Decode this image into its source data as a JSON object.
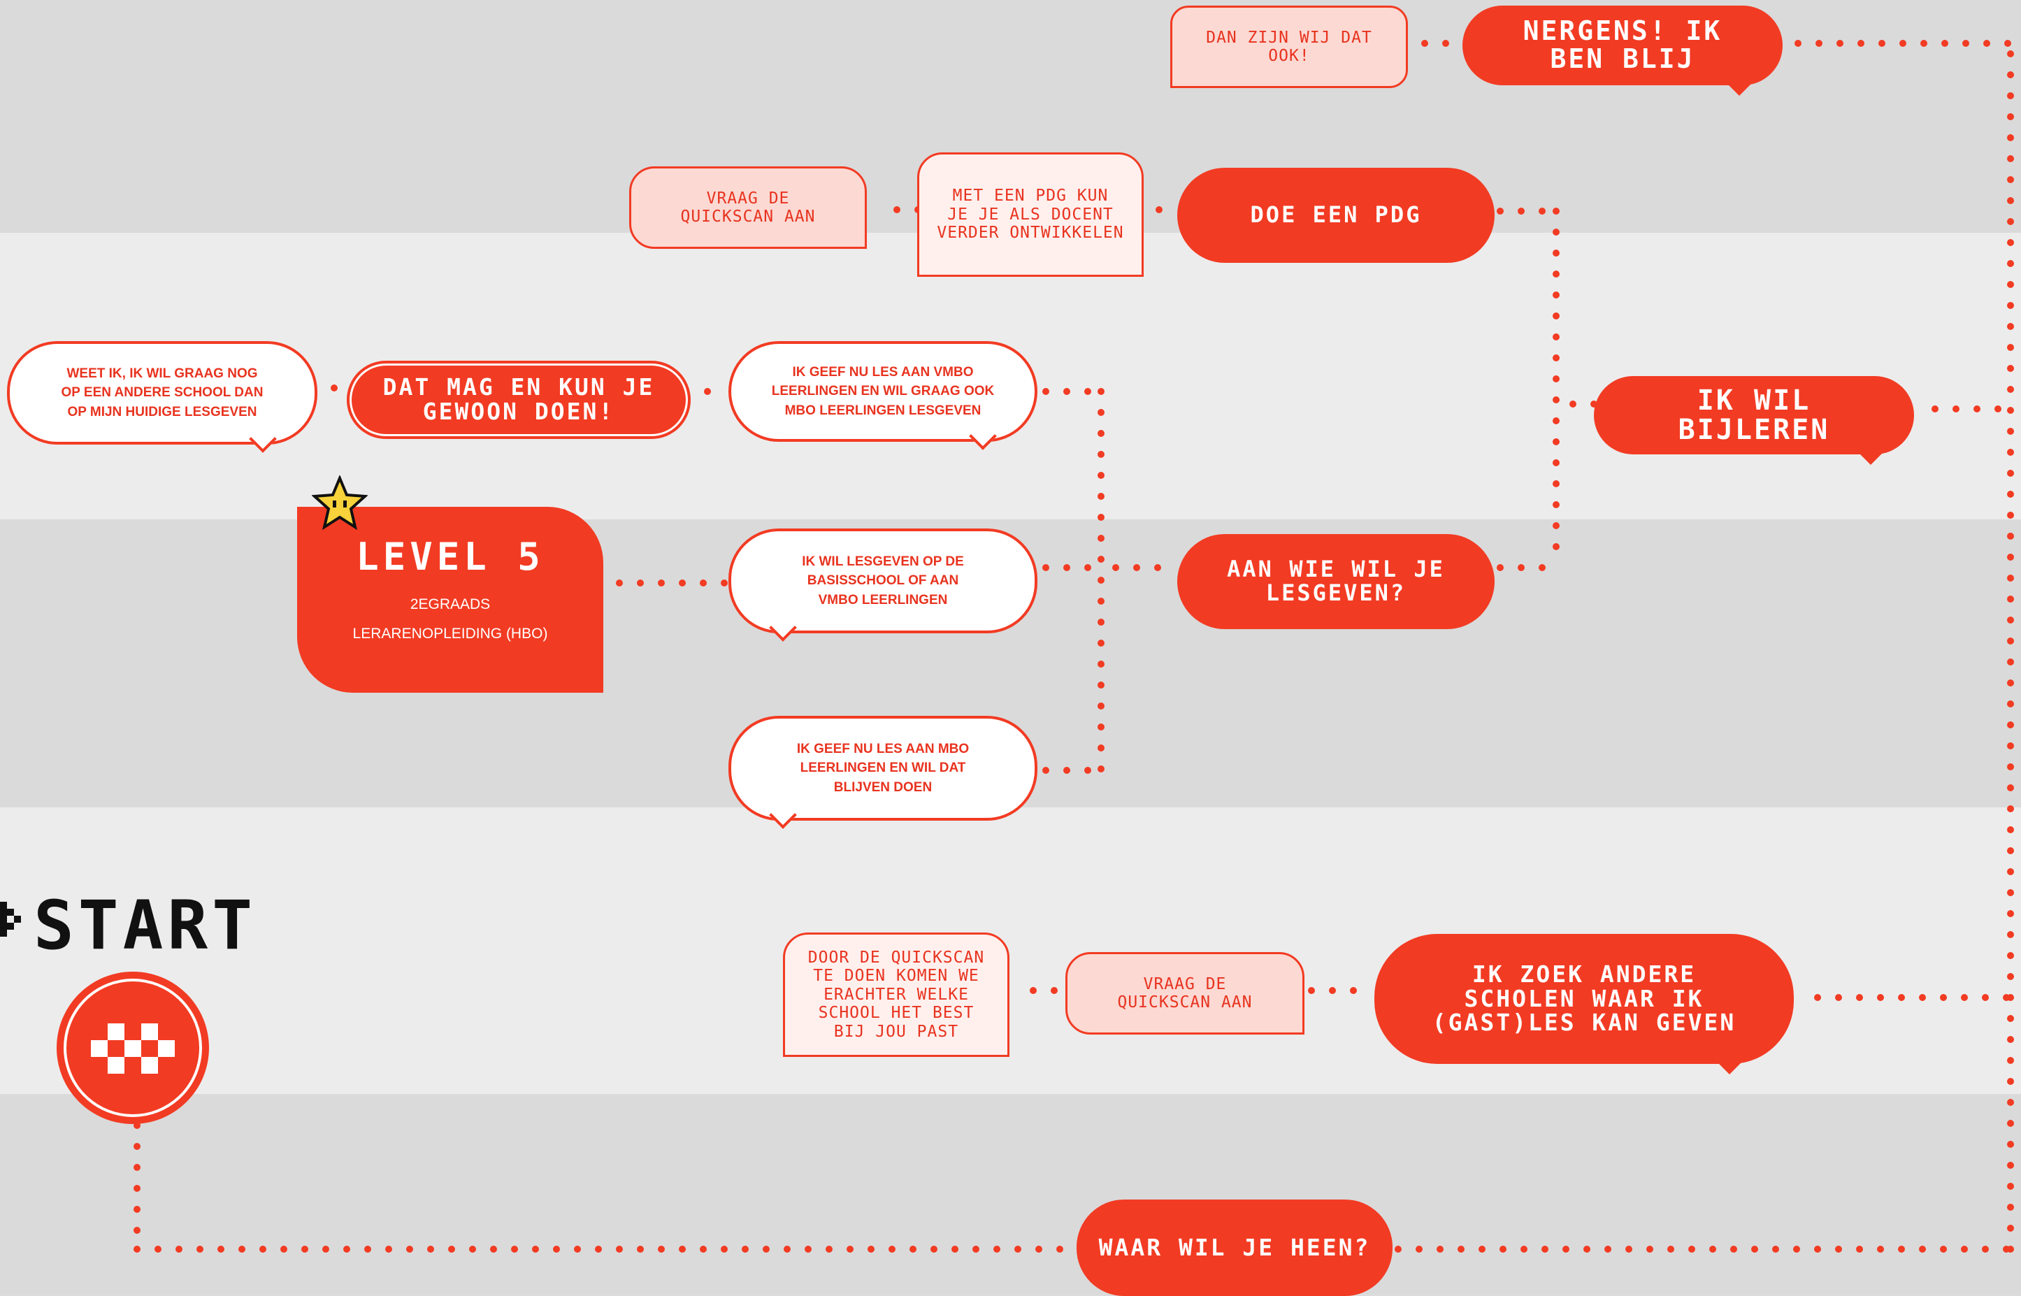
{
  "colors": {
    "accent": "#f23b23",
    "pink": "#fcd9d3",
    "light_pink": "#fff0ed",
    "dots": "#f23b23"
  },
  "start": {
    "label": "START"
  },
  "level": {
    "title": "LEVEL 5",
    "sub1": "2EGRAADS",
    "sub2": "LERARENOPLEIDING (HBO)"
  },
  "nodes": {
    "waar": "WAAR WIL JE HEEN?",
    "nergens": [
      "NERGENS! IK",
      "BEN BLIJ"
    ],
    "dan_zijn": "DAN ZIJN WIJ DAT OOK!",
    "doe_pdg": "DOE EEN PDG",
    "pdg_info": [
      "MET EEN PDG KUN",
      "JE JE ALS DOCENT",
      "VERDER ONTWIKKELEN"
    ],
    "quickscan_top": [
      "VRAAG DE",
      "QUICKSCAN AAN"
    ],
    "bijleren": [
      "IK WIL",
      "BIJLEREN"
    ],
    "aan_wie": [
      "AAN WIE WIL JE",
      "LESGEVEN?"
    ],
    "vmbo_mbo": [
      "IK GEEF NU LES AAN VMBO",
      "LEERLINGEN EN WIL GRAAG OOK",
      "MBO LEERLINGEN LESGEVEN"
    ],
    "basisschool": [
      "IK WIL LESGEVEN OP DE",
      "BASISSCHOOL OF AAN",
      "VMBO LEERLINGEN"
    ],
    "mbo_blijven": [
      "IK GEEF NU LES AAN MBO",
      "LEERLINGEN EN WIL DAT",
      "BLIJVEN DOEN"
    ],
    "dat_mag": [
      "DAT MAG EN KUN JE",
      "GEWOON DOEN!"
    ],
    "andere_school": [
      "WEET IK, IK WIL GRAAG NOG",
      "OP EEN ANDERE SCHOOL DAN",
      "OP MIJN HUIDIGE LESGEVEN"
    ],
    "zoek_scholen": [
      "IK ZOEK ANDERE",
      "SCHOLEN WAAR IK",
      "(GAST)LES KAN GEVEN"
    ],
    "quickscan_bottom": [
      "VRAAG DE",
      "QUICKSCAN AAN"
    ],
    "door_quickscan": [
      "DOOR DE QUICKSCAN",
      "TE DOEN KOMEN WE",
      "ERACHTER WELKE",
      "SCHOOL HET BEST",
      "BIJ JOU PAST"
    ]
  }
}
